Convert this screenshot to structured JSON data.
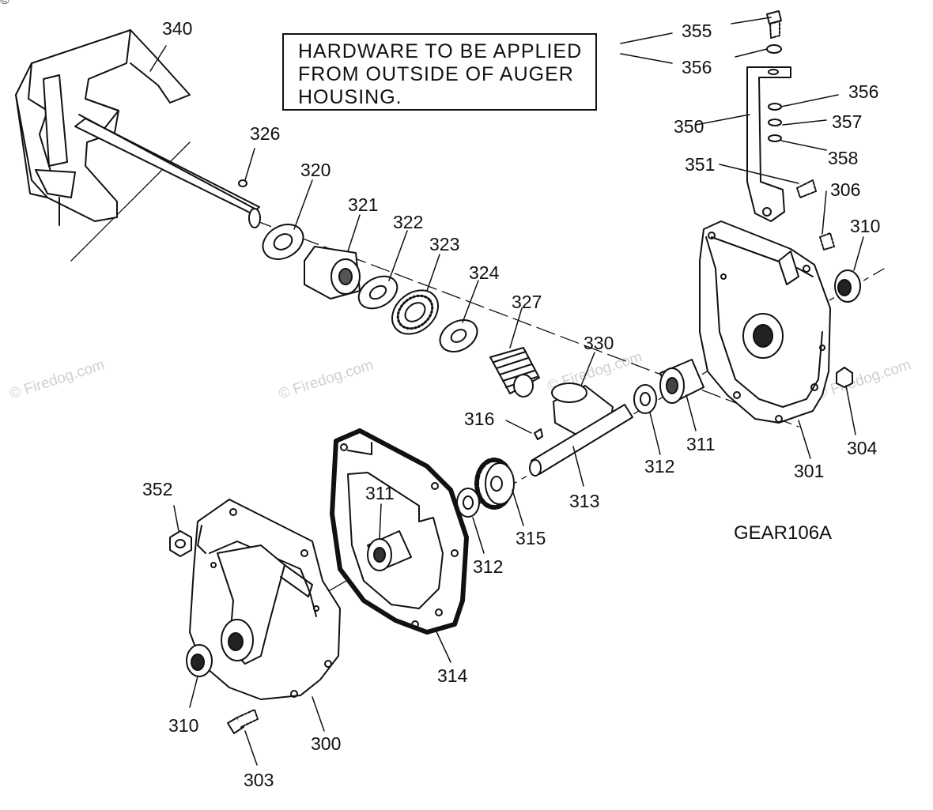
{
  "note": {
    "lines": [
      "HARDWARE TO BE APPLIED",
      "FROM OUTSIDE OF AUGER",
      "HOUSING."
    ]
  },
  "diagram_code": "GEAR106A",
  "watermark": "© Firedog.com",
  "corner_copyright": "©",
  "labels": {
    "l340": "340",
    "l326": "326",
    "l320": "320",
    "l321": "321",
    "l322": "322",
    "l323": "323",
    "l324": "324",
    "l327": "327",
    "l330": "330",
    "l316": "316",
    "l355": "355",
    "l356a": "356",
    "l356b": "356",
    "l350": "350",
    "l357": "357",
    "l358": "358",
    "l351": "351",
    "l306": "306",
    "l310a": "310",
    "l304": "304",
    "l301": "301",
    "l311a": "311",
    "l312a": "312",
    "l313": "313",
    "l315": "315",
    "l312b": "312",
    "l311b": "311",
    "l352": "352",
    "l314": "314",
    "l310b": "310",
    "l300": "300",
    "l303": "303"
  }
}
